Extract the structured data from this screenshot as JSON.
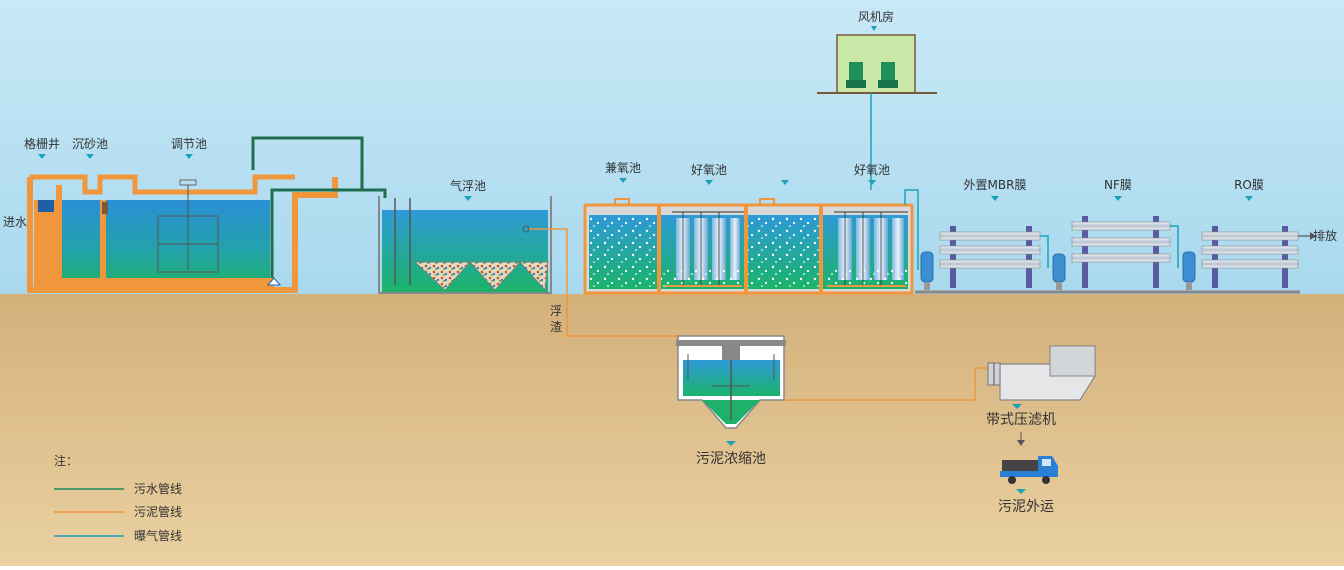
{
  "labels": {
    "fan_room": "风机房",
    "screen_well": "格栅井",
    "grit_chamber": "沉砂池",
    "regulating_tank": "调节池",
    "inlet": "进水",
    "air_flotation": "气浮池",
    "anoxic": "兼氧池",
    "aerobic_1": "好氧池",
    "aerobic_2": "好氧池",
    "mbr": "外置MBR膜",
    "nf": "NF膜",
    "ro": "RO膜",
    "discharge": "排放",
    "scum": "浮渣",
    "sludge_thickener": "污泥浓缩池",
    "belt_press": "带式压滤机",
    "sludge_transport": "污泥外运"
  },
  "legend": {
    "title": "注：",
    "items": [
      {
        "label": "污水管线",
        "color": "#1f8a5a"
      },
      {
        "label": "污泥管线",
        "color": "#f0963c"
      },
      {
        "label": "曝气管线",
        "color": "#1aa3b8"
      }
    ]
  },
  "colors": {
    "sky": "#bfe3f2",
    "ground": "#ddbc86",
    "tank_wall": "#f0963c",
    "water_top": "#2a8fd6",
    "water_bottom": "#1fb06a",
    "pipe": "#1f6e4e"
  }
}
